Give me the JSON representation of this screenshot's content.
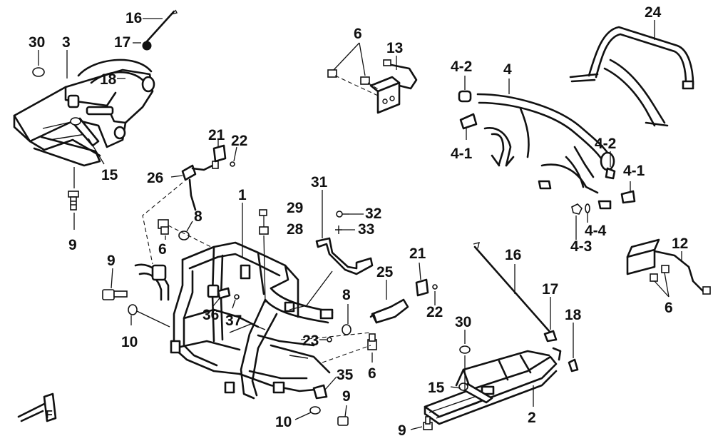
{
  "callouts": {
    "c1": "1",
    "c2": "2",
    "c3": "3",
    "c4": "4",
    "c4_1a": "4-1",
    "c4_1b": "4-1",
    "c4_2a": "4-2",
    "c4_2b": "4-2",
    "c4_3": "4-3",
    "c4_4": "4-4",
    "c6a": "6",
    "c6b": "6",
    "c6c": "6",
    "c6d": "6",
    "c8a": "8",
    "c8b": "8",
    "c9a": "9",
    "c9b": "9",
    "c9c": "9",
    "c9d": "9",
    "c10a": "10",
    "c10b": "10",
    "c12": "12",
    "c13": "13",
    "c15a": "15",
    "c15b": "15",
    "c16a": "16",
    "c16b": "16",
    "c17a": "17",
    "c17b": "17",
    "c18a": "18",
    "c18b": "18",
    "c21a": "21",
    "c21b": "21",
    "c22a": "22",
    "c22b": "22",
    "c23": "23",
    "c24": "24",
    "c25": "25",
    "c26": "26",
    "c28": "28",
    "c29": "29",
    "c30a": "30",
    "c30b": "30",
    "c31": "31",
    "c32": "32",
    "c33": "33",
    "c35": "35",
    "c36": "36",
    "c37": "37"
  },
  "direction_mark": "F",
  "colors": {
    "line": "#111111",
    "background": "#ffffff"
  }
}
